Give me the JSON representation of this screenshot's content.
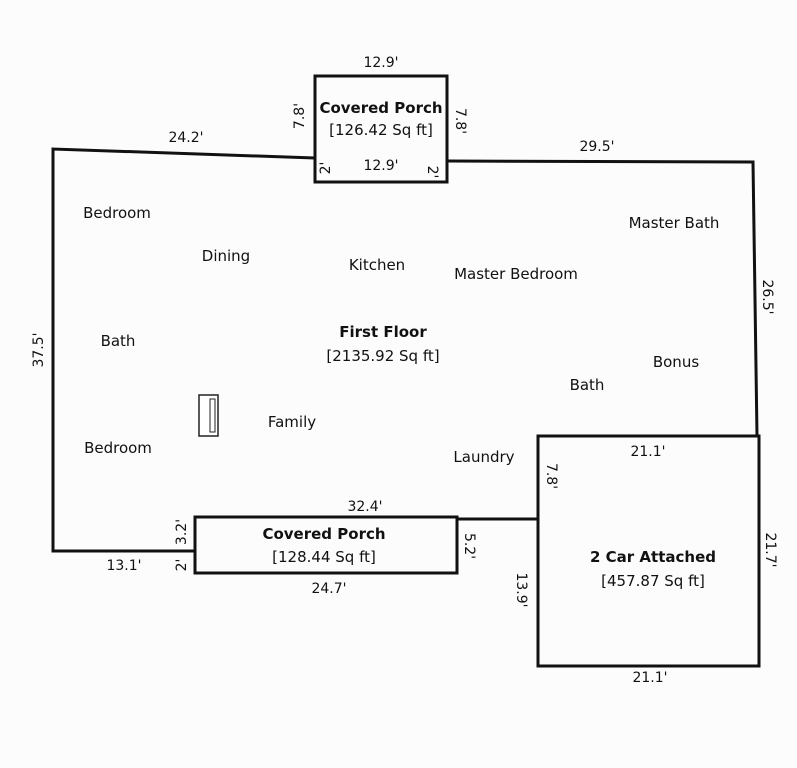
{
  "areas": {
    "first_floor": {
      "title": "First Floor",
      "sqft": "[2135.92 Sq ft]"
    },
    "porch_top": {
      "title": "Covered Porch",
      "sqft": "[126.42 Sq ft]"
    },
    "porch_bottom": {
      "title": "Covered Porch",
      "sqft": "[128.44 Sq ft]"
    },
    "garage": {
      "title": "2 Car Attached",
      "sqft": "[457.87 Sq ft]"
    }
  },
  "rooms": {
    "bedroom_1": "Bedroom",
    "dining": "Dining",
    "kitchen": "Kitchen",
    "master_bedroom": "Master Bedroom",
    "master_bath": "Master Bath",
    "bath_1": "Bath",
    "bonus": "Bonus",
    "bath_2": "Bath",
    "family": "Family",
    "bedroom_2": "Bedroom",
    "laundry": "Laundry"
  },
  "dimensions": {
    "porch_top_width": "12.9'",
    "porch_top_inner_width": "12.9'",
    "porch_top_left_depth": "7.8'",
    "porch_top_right_depth": "7.8'",
    "porch_top_left_notch": "2'",
    "porch_top_right_notch": "2'",
    "top_left_wall": "24.2'",
    "top_right_wall": "29.5'",
    "left_wall": "37.5'",
    "right_wall": "26.5'",
    "garage_top": "21.1'",
    "garage_bottom": "21.1'",
    "garage_right": "21.7'",
    "garage_left_upper": "7.8'",
    "garage_left_lower": "13.9'",
    "rear_wall": "32.4'",
    "porch_bottom_width": "24.7'",
    "porch_bottom_left": "3.2'",
    "porch_bottom_right": "5.2'",
    "porch_bottom_notch": "2'",
    "bottom_left_wall": "13.1'"
  }
}
